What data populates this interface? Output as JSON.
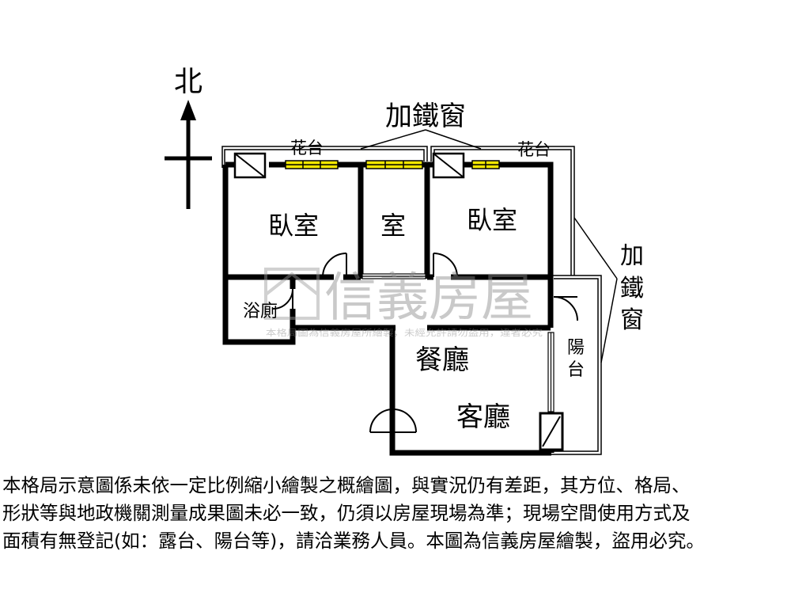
{
  "compass": {
    "label": "北"
  },
  "labels": {
    "window_top": "加鐵窗",
    "window_right": [
      "加",
      "鐵",
      "窗"
    ],
    "planter_left": "花台",
    "planter_right": "花台"
  },
  "rooms": {
    "bedroom_left": "臥室",
    "room_middle": "室",
    "bedroom_right": "臥室",
    "bathroom": "浴廁",
    "dining": "餐廳",
    "living": "客廳",
    "balcony": [
      "陽",
      "台"
    ]
  },
  "watermark": {
    "brand": "信義房屋",
    "notice": "本格局圖為信義房屋所繪製，未經允許請勿盜用，違者必究"
  },
  "disclaimer": {
    "lines": [
      "本格局示意圖係未依一定比例縮小繪製之概繪圖，與實況仍有差距，其方位、格局、",
      "形狀等與地政機關測量成果圖未必一致，仍須以房屋現場為準；現場空間使用方式及",
      "面積有無登記(如：露台、陽台等)，請洽業務人員。本圖為信義房屋繪製，盜用必究。"
    ]
  },
  "colors": {
    "wall": "#000000",
    "window_fill": "#f2e600",
    "watermark": "#c8c8c8"
  }
}
